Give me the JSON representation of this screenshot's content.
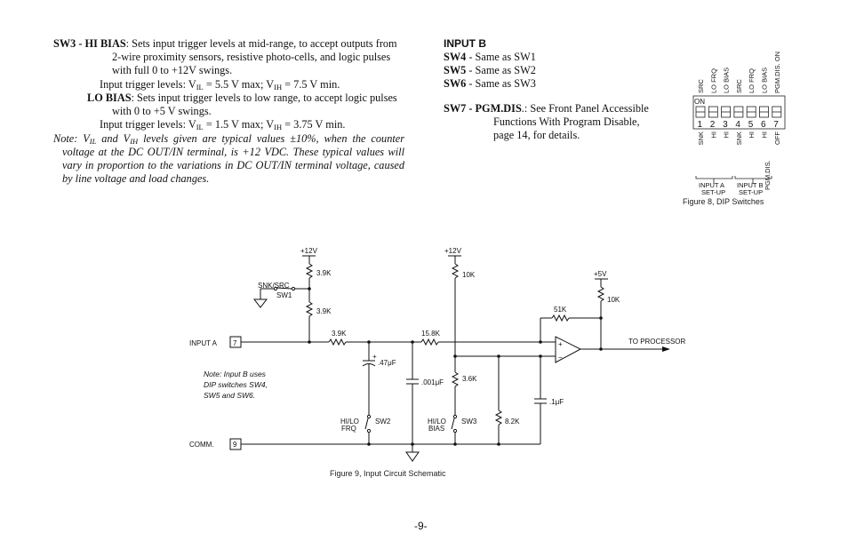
{
  "left_column": {
    "sw3_label": "SW3 - HI BIAS",
    "sw3_text_line1": ": Sets input trigger levels at mid-range, to accept outputs from",
    "sw3_text_line2": "2-wire proximity sensors, resistive photo-cells, and logic pulses",
    "sw3_text_line3": "with full 0 to +12V swings.",
    "hi_levels": {
      "prefix": "Input trigger levels: V",
      "sub1": "IL",
      "mid": " = 5.5 V max; V",
      "sub2": "IH",
      "suffix": " = 7.5 V min."
    },
    "lo_label": "LO BIAS",
    "lo_text_line1": ": Sets input trigger levels to low range, to accept logic pulses",
    "lo_text_line2": "with 0 to +5 V swings.",
    "lo_levels": {
      "prefix": "Input trigger levels: V",
      "sub1": "IL",
      "mid": " = 1.5 V max; V",
      "sub2": "IH",
      "suffix": " = 3.75 V min."
    },
    "note": {
      "prefix": "Note: V",
      "sub1": "IL",
      "mid": " and V",
      "sub2": "IH",
      "rest": " levels given are typical values ±10%, when the counter voltage at the DC OUT/IN terminal, is +12 VDC. These typical values will vary in proportion to the variations in DC OUT/IN terminal voltage, caused by line voltage and load changes."
    }
  },
  "right_column": {
    "heading": "INPUT B",
    "items": [
      {
        "label": "SW4",
        "text": " - Same as SW1"
      },
      {
        "label": "SW5",
        "text": " - Same as SW2"
      },
      {
        "label": "SW6",
        "text": " - Same as SW3"
      }
    ],
    "sw7_label": "SW7 - PGM.DIS",
    "sw7_line1": ".: See Front Panel Accessible",
    "sw7_line2": "Functions With Program Disable,",
    "sw7_line3": "page 14, for details."
  },
  "figure8": {
    "caption": "Figure 8, DIP Switches",
    "on_label": "ON",
    "top_labels": [
      "SRC",
      "LO FRQ",
      "LO BIAS",
      "SRC",
      "LO FRQ",
      "LO BIAS",
      "PGM.DIS.  ON"
    ],
    "numbers": [
      "1",
      "2",
      "3",
      "4",
      "5",
      "6",
      "7"
    ],
    "bottom_labels": [
      "SNK",
      "HI",
      "HI",
      "SNK",
      "HI",
      "HI",
      "OFF"
    ],
    "group_a_line1": "INPUT A",
    "group_a_line2": "SET-UP",
    "group_b_line1": "INPUT B",
    "group_b_line2": "SET-UP",
    "pgm_label": "PGM.DIS."
  },
  "figure9": {
    "caption": "Figure 9, Input Circuit Schematic",
    "input_a_label": "INPUT A",
    "input_a_pin": "7",
    "comm_label": "COMM.",
    "comm_pin": "9",
    "v12_a": "+12V",
    "v12_b": "+12V",
    "v5": "+5V",
    "r_pullup_a": "3.9K",
    "r_pulldown_a": "3.9K",
    "r_series": "3.9K",
    "r_158": "15.8K",
    "r_10k_a": "10K",
    "r_10k_b": "10K",
    "r_51k": "51K",
    "r_36k": "3.6K",
    "r_82k": "8.2K",
    "c_047": ".47μF",
    "c_0001": ".001μF",
    "c_01": ".1μF",
    "sw1_top": "SNK/SRC",
    "sw1_label": "SW1",
    "sw2_line1": "HI/LO",
    "sw2_line2": "FRQ",
    "sw2_label": "SW2",
    "sw3_line1": "HI/LO",
    "sw3_line2": "BIAS",
    "sw3_label": "SW3",
    "output_label": "TO  PROCESSOR",
    "note_line1": "Note: Input B uses",
    "note_line2": "DIP switches SW4,",
    "note_line3": "SW5 and SW6."
  },
  "page_number": "-9-"
}
